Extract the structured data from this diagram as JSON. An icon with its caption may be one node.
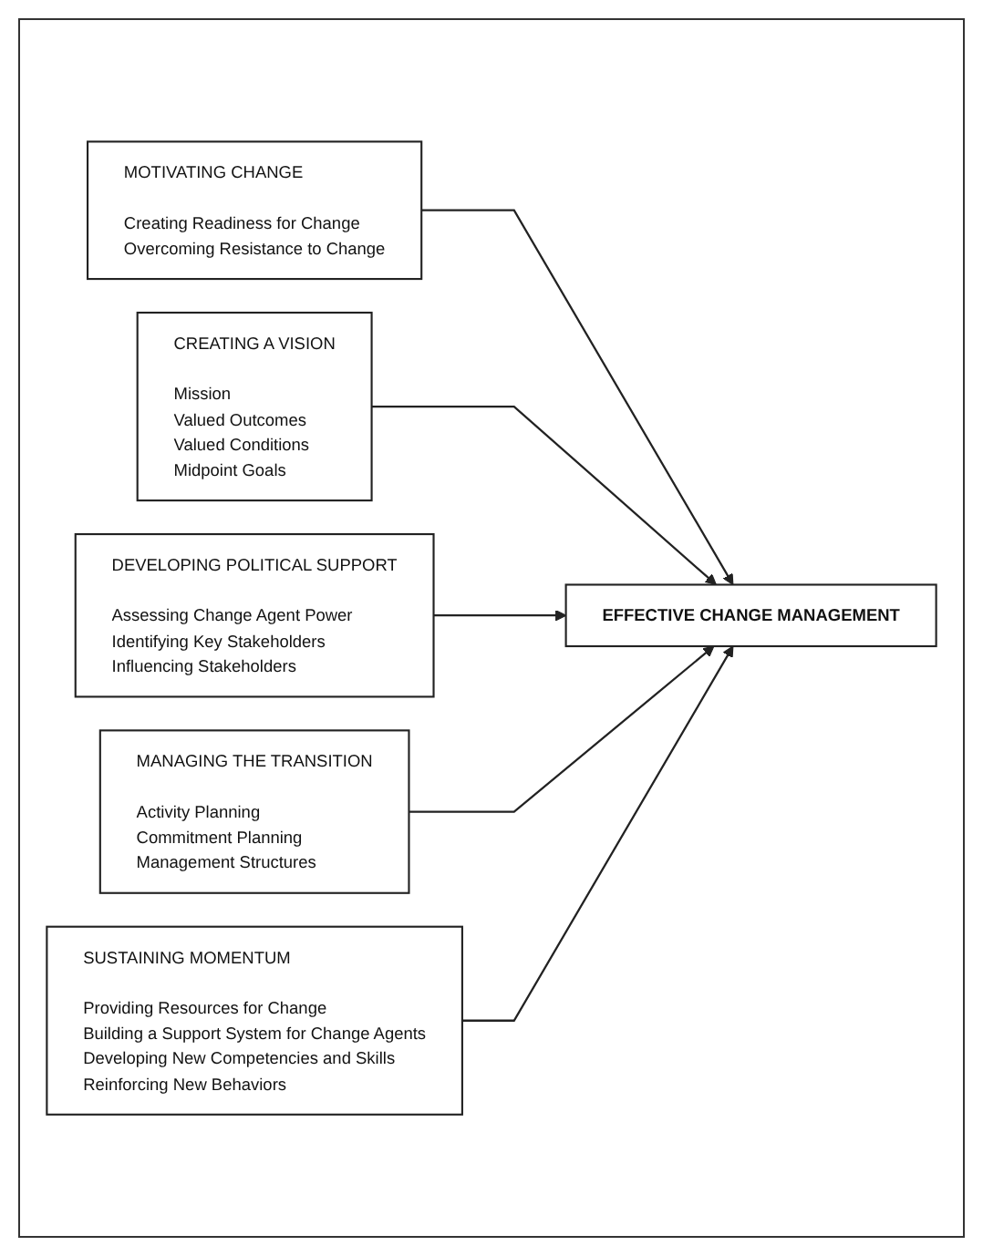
{
  "diagram": {
    "nodes": [
      {
        "text": [
          "MOTIVATING CHANGE",
          "Creating Readiness for Change",
          "Overcoming Resistance to Change"
        ]
      },
      {
        "text": [
          "CREATING A VISION",
          "Mission",
          "Valued Outcomes",
          "Valued Conditions",
          "Midpoint Goals"
        ]
      },
      {
        "text": [
          "DEVELOPING POLITICAL SUPPORT",
          "Assessing Change Agent Power",
          "Identifying Key Stakeholders",
          "Influencing Stakeholders"
        ]
      },
      {
        "text": [
          "MANAGING THE TRANSITION",
          "Activity Planning",
          "Commitment Planning",
          "Management Structures"
        ]
      },
      {
        "text": [
          "SUSTAINING MOMENTUM",
          "Providing Resources for Change",
          "Building a Support System for Change Agents",
          "Developing New Competencies and Skills",
          "Reinforcing New Behaviors"
        ]
      },
      {
        "text": [
          "EFFECTIVE CHANGE MANAGEMENT"
        ]
      }
    ],
    "edges": [
      {
        "from": 0,
        "to": 5,
        "arrow": "to"
      },
      {
        "from": 1,
        "to": 5,
        "arrow": "to"
      },
      {
        "from": 2,
        "to": 5,
        "arrow": "to"
      },
      {
        "from": 3,
        "to": 5,
        "arrow": "to"
      },
      {
        "from": 4,
        "to": 5,
        "arrow": "to"
      }
    ]
  }
}
